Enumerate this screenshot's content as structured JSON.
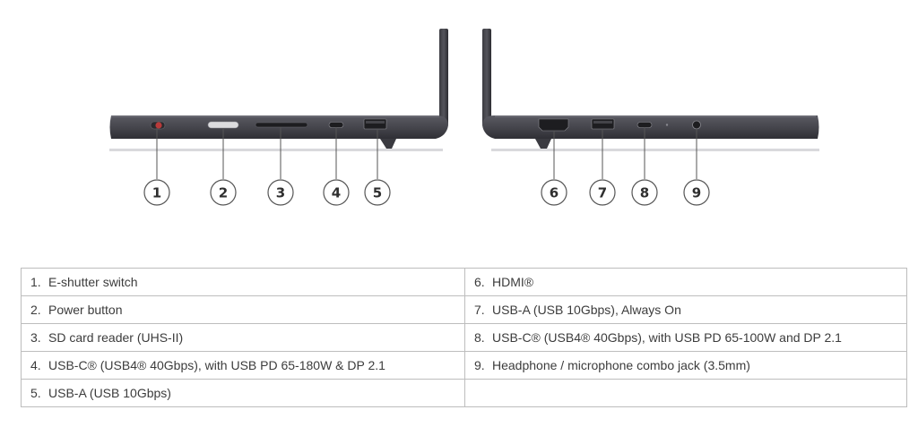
{
  "callouts": [
    "1",
    "2",
    "3",
    "4",
    "5",
    "6",
    "7",
    "8",
    "9"
  ],
  "colors": {
    "chassis": "#4a4a52",
    "chassis_edge": "#2e2e33",
    "shutter_red": "#b83a3a",
    "callout_stroke": "#555555",
    "table_border": "#bdbdbd",
    "text": "#3c3c3c"
  },
  "table": {
    "rows": [
      [
        {
          "num": "1.",
          "label": "E-shutter switch"
        },
        {
          "num": "6.",
          "label": "HDMI®"
        }
      ],
      [
        {
          "num": "2.",
          "label": "Power button"
        },
        {
          "num": "7.",
          "label": "USB-A (USB 10Gbps), Always On"
        }
      ],
      [
        {
          "num": "3.",
          "label": "SD card reader (UHS-II)"
        },
        {
          "num": "8.",
          "label": "USB-C® (USB4® 40Gbps), with USB PD 65-100W and DP 2.1"
        }
      ],
      [
        {
          "num": "4.",
          "label": "USB-C® (USB4® 40Gbps), with USB PD 65-180W & DP 2.1"
        },
        {
          "num": "9.",
          "label": "Headphone / microphone combo jack (3.5mm)"
        }
      ],
      [
        {
          "num": "5.",
          "label": "USB-A (USB 10Gbps)"
        },
        {
          "num": "",
          "label": ""
        }
      ]
    ]
  }
}
